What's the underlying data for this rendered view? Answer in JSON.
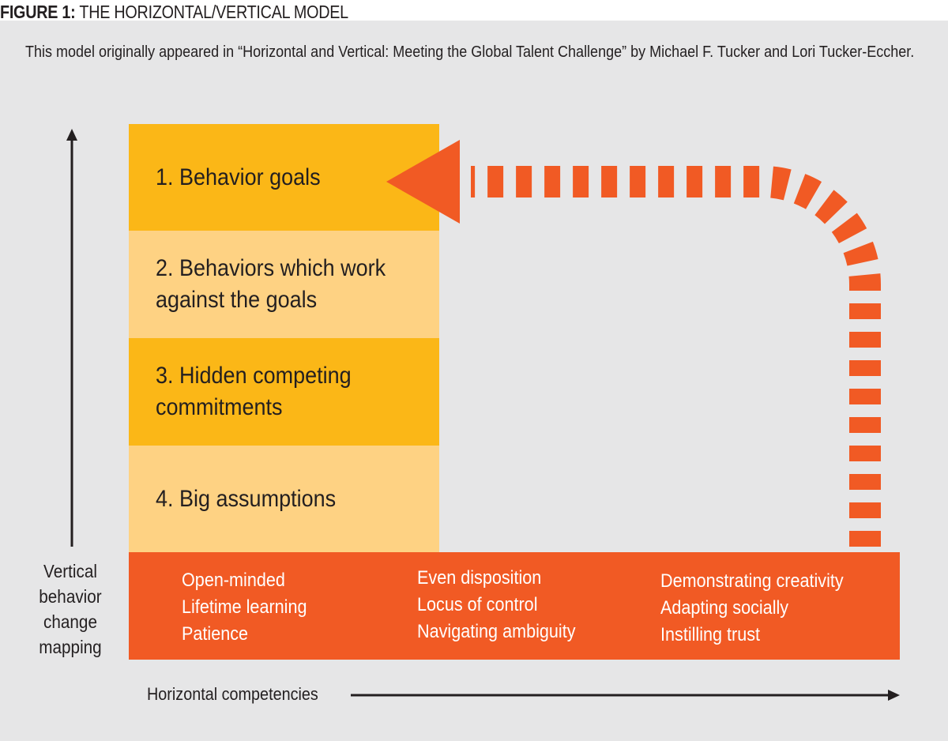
{
  "figure": {
    "label": "FIGURE 1:",
    "title": "THE HORIZONTAL/VERTICAL MODEL",
    "caption": "This model originally appeared in “Horizontal and Vertical: Meeting the Global Talent Challenge” by Michael F. Tucker and Lori Tucker-Eccher."
  },
  "levels": [
    {
      "text": "1. Behavior goals"
    },
    {
      "text": "2. Behaviors which work\nagainst the goals"
    },
    {
      "text": "3. Hidden competing\ncommitments"
    },
    {
      "text": "4. Big assumptions"
    }
  ],
  "competencies": {
    "col1": [
      "Open-minded",
      "Lifetime learning",
      "Patience"
    ],
    "col2": [
      "Even disposition",
      "Locus of control",
      "Navigating ambiguity"
    ],
    "col3": [
      "Demonstrating creativity",
      "Adapting socially",
      "Instilling trust"
    ]
  },
  "axes": {
    "vertical_label": [
      "Vertical",
      "behavior",
      "change",
      "mapping"
    ],
    "horizontal_label": "Horizontal competencies"
  },
  "colors": {
    "dark_yellow": "#fbb717",
    "light_yellow": "#fed283",
    "orange": "#f15a24",
    "panel": "#e6e6e7"
  }
}
